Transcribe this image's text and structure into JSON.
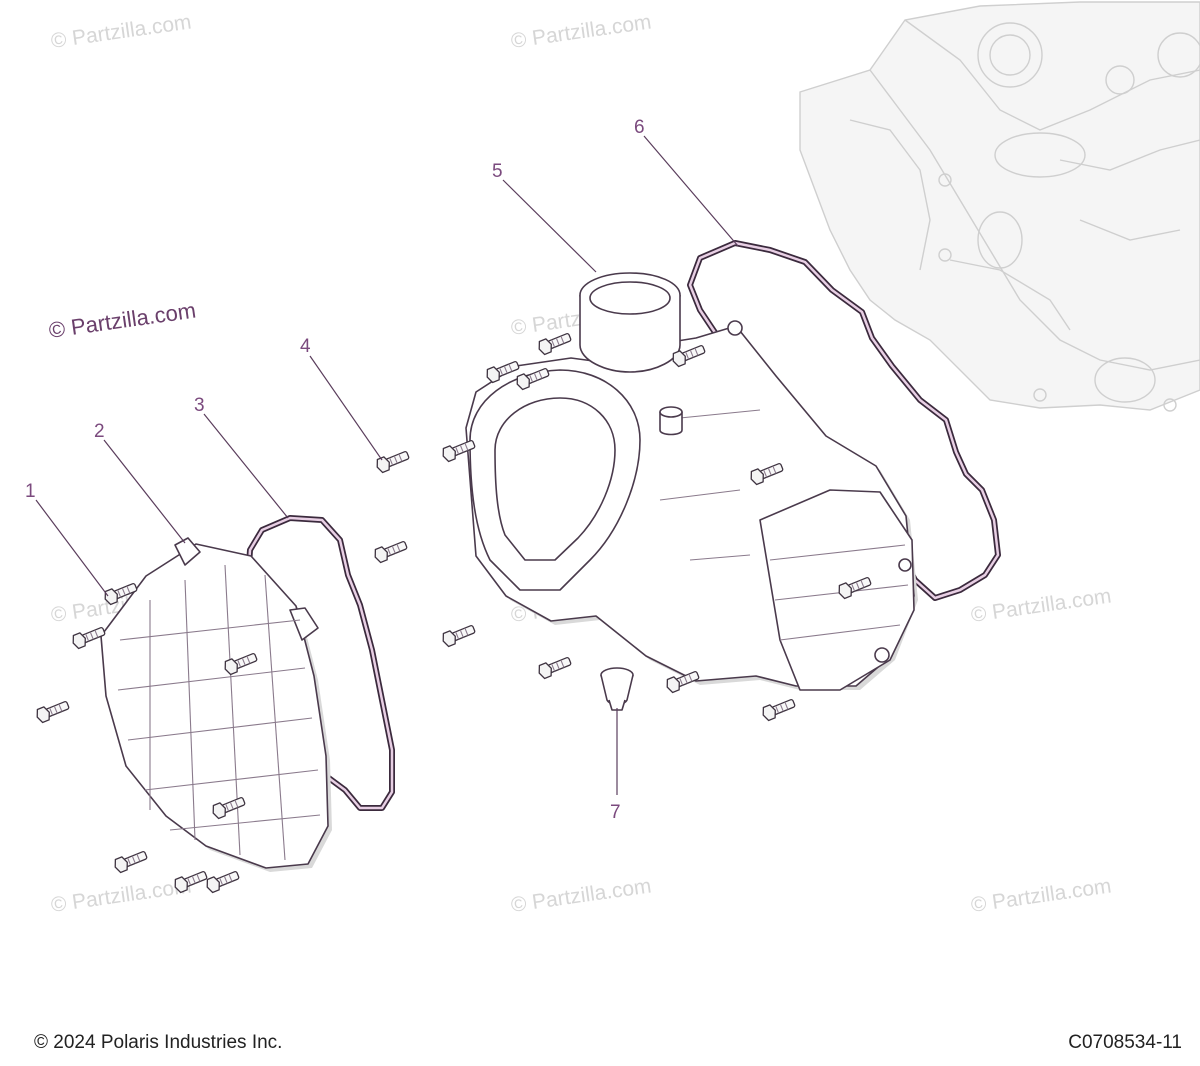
{
  "watermark": {
    "text": "© Partzilla.com",
    "brand_text": "© Partzilla.com"
  },
  "callouts": [
    "1",
    "2",
    "3",
    "4",
    "5",
    "6",
    "7"
  ],
  "footer": {
    "copyright": "© 2024 Polaris Industries Inc.",
    "diagram_code": "C0708534-11"
  },
  "colors": {
    "callout": "#7b4a7e",
    "gasket": "#3b2a3d",
    "background": "#ffffff"
  }
}
